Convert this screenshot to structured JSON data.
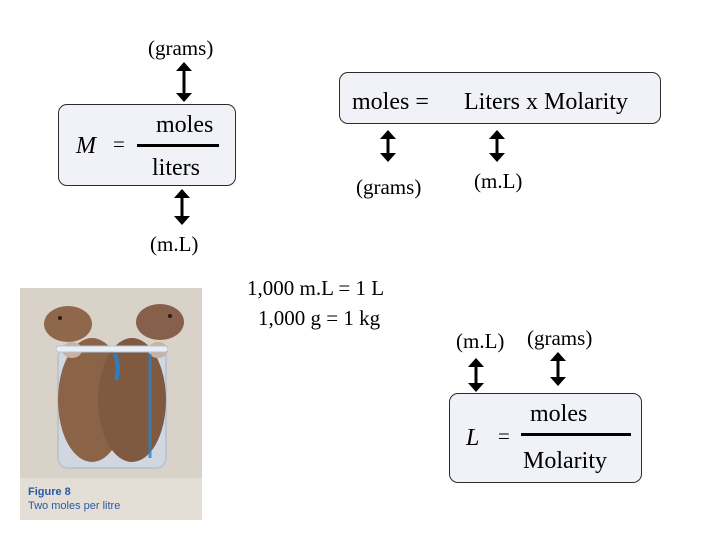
{
  "colors": {
    "box_fill": "#f1f2f8",
    "arrow": "#000000",
    "caption_blue": "#2a5aa6"
  },
  "molarity": {
    "top_unit": "(grams)",
    "symbol": "M",
    "equals": "=",
    "numerator": "moles",
    "denominator": "liters",
    "bottom_unit": "(m.L)"
  },
  "moles_eq": {
    "lhs": "moles =",
    "rhs": "Liters x Molarity",
    "left_unit": "(grams)",
    "right_unit": "(m.L)"
  },
  "conversions": {
    "line1": "1,000 m.L = 1 L",
    "line2": "1,000 g = 1 kg"
  },
  "liters": {
    "left_unit": "(m.L)",
    "right_unit": "(grams)",
    "symbol": "L",
    "equals": "=",
    "numerator": "moles",
    "denominator": "Molarity"
  },
  "photo": {
    "title": "Figure 8",
    "subtitle": "Two moles per litre"
  }
}
